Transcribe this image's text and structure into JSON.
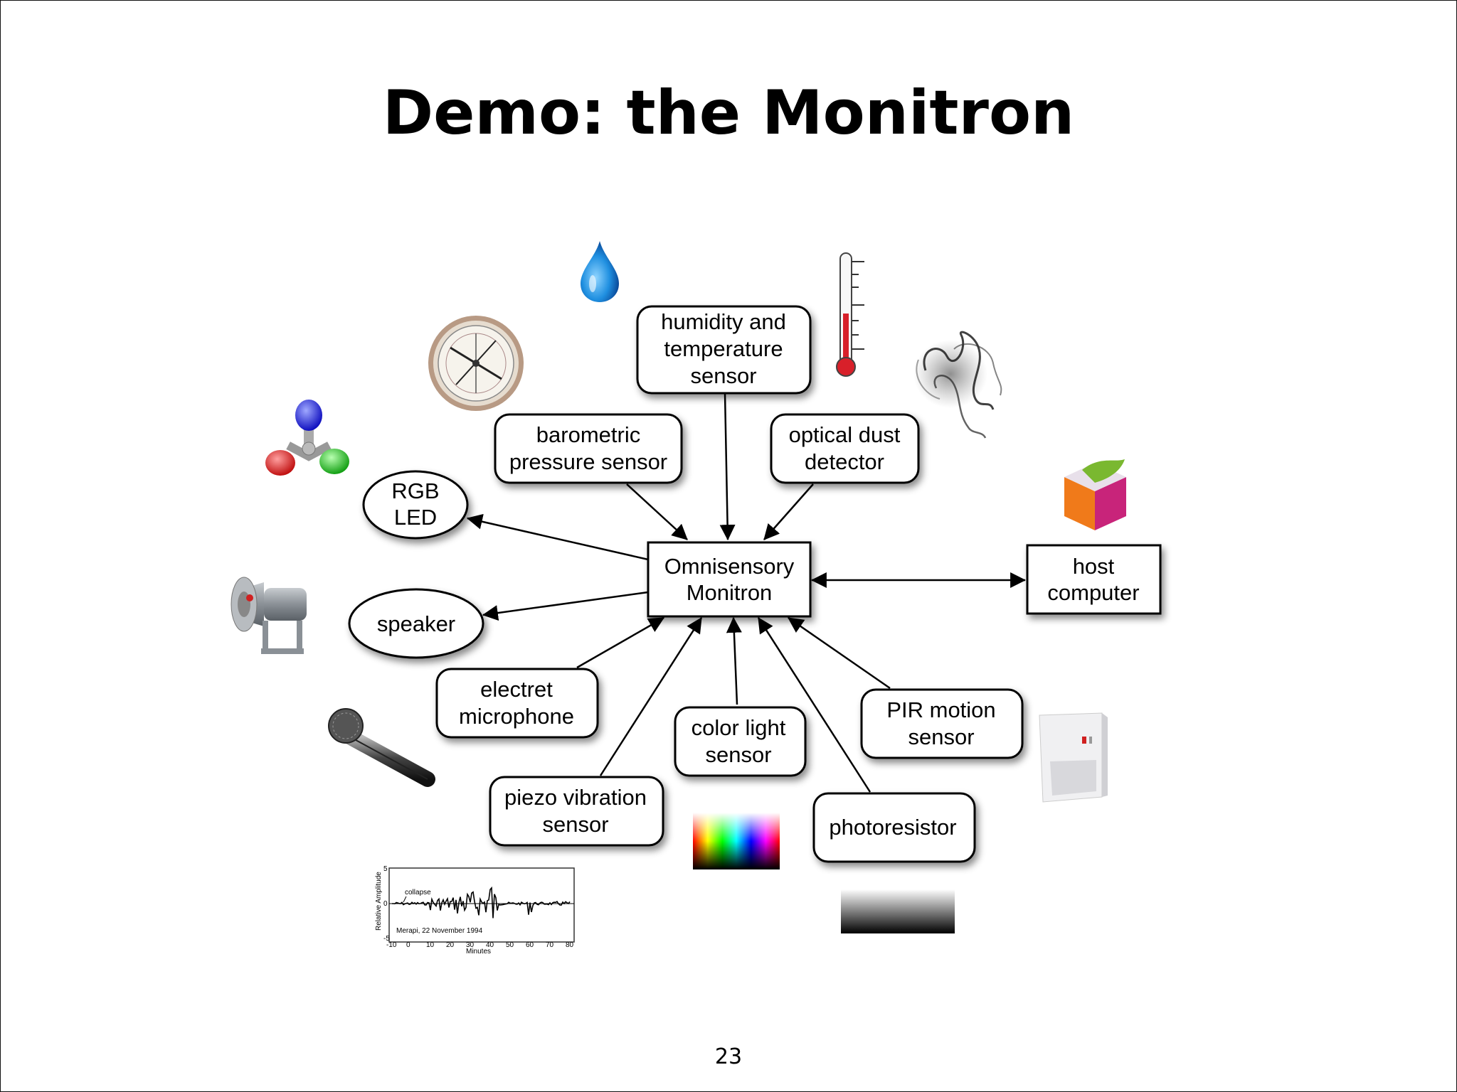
{
  "slide": {
    "title": "Demo: the Monitron",
    "page_number": "23"
  },
  "nodes": {
    "center": {
      "lines": [
        "Omnisensory",
        "Monitron"
      ]
    },
    "humidity": {
      "lines": [
        "humidity and",
        "temperature",
        "sensor"
      ]
    },
    "barometric": {
      "lines": [
        "barometric",
        "pressure sensor"
      ]
    },
    "dust": {
      "lines": [
        "optical dust",
        "detector"
      ]
    },
    "rgb_led": {
      "lines": [
        "RGB",
        "LED"
      ]
    },
    "speaker": {
      "lines": [
        "speaker"
      ]
    },
    "host": {
      "lines": [
        "host",
        "computer"
      ]
    },
    "microphone": {
      "lines": [
        "electret",
        "microphone"
      ]
    },
    "piezo": {
      "lines": [
        "piezo vibration",
        "sensor"
      ]
    },
    "color_light": {
      "lines": [
        "color light",
        "sensor"
      ]
    },
    "photoresistor": {
      "lines": [
        "photoresistor"
      ]
    },
    "pir": {
      "lines": [
        "PIR motion",
        "sensor"
      ]
    }
  },
  "seismogram": {
    "ylabel": "Relative Amplitude",
    "annotation": "collapse",
    "caption": "Merapi, 22 November 1994",
    "xlabel": "Minutes",
    "yticks": [
      "5",
      "0",
      "-5"
    ],
    "xticks": [
      "-10",
      "0",
      "10",
      "20",
      "30",
      "40",
      "50",
      "60",
      "70",
      "80"
    ]
  },
  "icons": [
    "water-drop-icon",
    "thermometer-icon",
    "barometer-icon",
    "smoke-icon",
    "rgb-bulbs-icon",
    "cube-icon",
    "loudspeaker-horn-icon",
    "microphone-icon",
    "motion-sensor-icon",
    "color-spectrum-icon",
    "gradient-icon",
    "seismogram-icon"
  ],
  "colors": {
    "drop": "#1f8fe0",
    "thermometer": "#d8202a",
    "cube_orange": "#f07a1a",
    "cube_magenta": "#c8247a",
    "cube_green": "#7ab830"
  }
}
